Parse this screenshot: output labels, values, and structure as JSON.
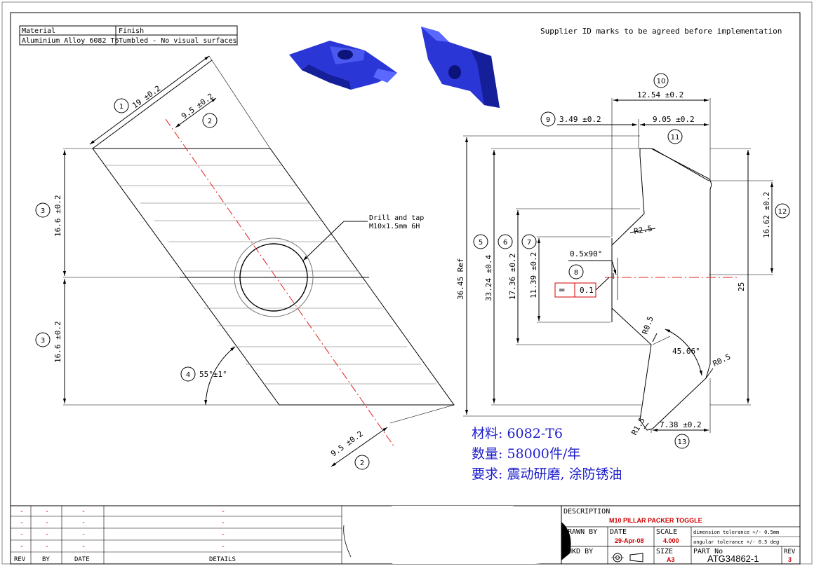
{
  "material_block": {
    "material_label": "Material",
    "material_value": "Aluminium Alloy 6082 T6",
    "finish_label": "Finish",
    "finish_value": "Tumbled - No visual surfaces"
  },
  "supplier_note": "Supplier ID marks to be agreed before implementation",
  "drill_note": [
    "Drill and tap",
    "M10x1.5mm 6H"
  ],
  "left_view": {
    "dim_1": "19 ±0.2",
    "dim_2_top": "9.5 ±0.2",
    "dim_2_bottom": "9.5 ±0.2",
    "dim_3_upper": "16.6 ±0.2",
    "dim_3_lower": "16.6 ±0.2",
    "dim_4": "55°±1°"
  },
  "right_view": {
    "dim_5": "33.24 ±0.4",
    "dim_ref": "36.45 Ref",
    "dim_6": "17.36 ±0.2",
    "dim_7": "11.39 ±0.2",
    "dim_9": "3.49 ±0.2",
    "dim_10": "12.54 ±0.2",
    "dim_11": "9.05 ±0.2",
    "dim_12": "16.62 ±0.2",
    "dim_13": "7.38 ±0.2",
    "dim_25": "25",
    "chamfer": "0.5x90°",
    "angle": "45.06°",
    "r_2_5": "R2.5",
    "r_0_5_a": "R0.5",
    "r_0_5_b": "R0.5",
    "r_1_5": "R1.5",
    "tolerance_value": "0.1",
    "symmetry_symbol": "═"
  },
  "balloons": [
    "1",
    "2",
    "3",
    "4",
    "5",
    "6",
    "7",
    "8",
    "9",
    "10",
    "11",
    "12",
    "13"
  ],
  "chinese_notes": [
    "材料: 6082-T6",
    "数量: 58000件/年",
    "要求: 震动研磨, 涂防锈油"
  ],
  "revision_table": {
    "rows": [
      [
        "-",
        "-",
        "-",
        "-"
      ],
      [
        "-",
        "-",
        "-",
        "-"
      ],
      [
        "-",
        "-",
        "-",
        "-"
      ],
      [
        "-",
        "-",
        "-",
        "-"
      ]
    ],
    "headers": [
      "REV",
      "BY",
      "DATE",
      "DETAILS"
    ]
  },
  "title_block": {
    "description_label": "DESCRIPTION",
    "description": "M10 PILLAR PACKER TOGGLE",
    "drawn_by_label": "DRAWN BY",
    "date_label": "DATE",
    "date": "29-Apr-08",
    "scale_label": "SCALE",
    "scale": "4.000",
    "tolerance_1": "dimension tolerance +/- 0.5mm",
    "tolerance_2": "angular tolerance +/- 0.5 deg",
    "chkd_by_label": "CHKD BY",
    "size_label": "SIZE",
    "size": "A3",
    "part_no_label": "PART No",
    "part_no": "ATG34862-1",
    "rev_label": "REV",
    "rev": "3"
  },
  "colors": {
    "line": "#000000",
    "center": "#e02020",
    "note": "#1f1fcc",
    "model": "#2a36d6",
    "title_red": "#d00000"
  }
}
